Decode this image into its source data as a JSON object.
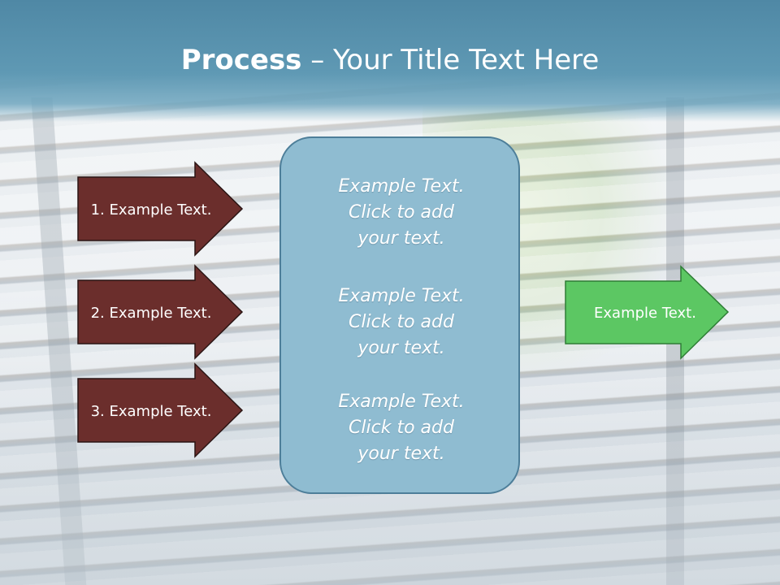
{
  "title": {
    "bold": "Process",
    "rest": " – Your Title Text Here"
  },
  "left_steps": [
    {
      "label": "1. Example Text."
    },
    {
      "label": "2. Example Text."
    },
    {
      "label": "3. Example Text."
    }
  ],
  "center_box": {
    "items": [
      {
        "line1": "Example Text.",
        "line2": "Click  to add",
        "line3": "your text."
      },
      {
        "line1": "Example Text.",
        "line2": "Click  to add",
        "line3": "your text."
      },
      {
        "line1": "Example Text.",
        "line2": "Click  to add",
        "line3": "your text."
      }
    ]
  },
  "right_arrow": {
    "label": "Example Text."
  },
  "colors": {
    "header": "#5f99b4",
    "step_arrow": "#6b2e2c",
    "center_box": "#8fbcd1",
    "result_arrow": "#5cc763"
  }
}
